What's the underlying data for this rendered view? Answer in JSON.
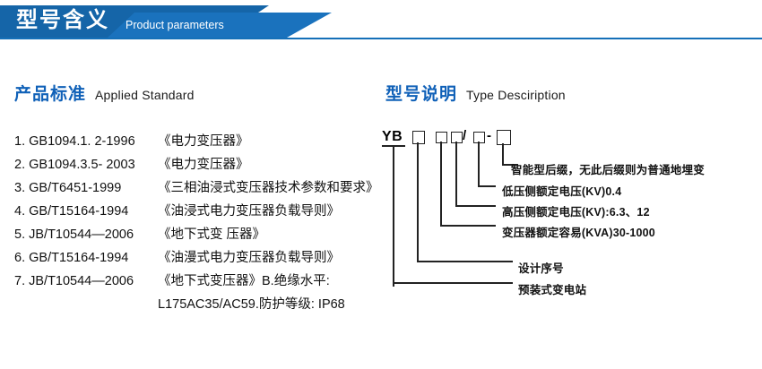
{
  "banner": {
    "title": "型号含义",
    "subtitle": "Product parameters",
    "dark_color": "#1565a8",
    "light_color": "#1a72bd",
    "rule_color": "#1570b8"
  },
  "sections": {
    "left": {
      "cn": "产品标准",
      "en": "Applied Standard",
      "accent": "#1061b8"
    },
    "right": {
      "cn": "型号说明",
      "en": "Type Desciription",
      "accent": "#1061b8"
    }
  },
  "standards": [
    {
      "code": "1. GB1094.1. 2-1996",
      "name": "《电力变压器》",
      "cont": false
    },
    {
      "code": "2. GB1094.3.5- 2003",
      "name": "《电力变压器》",
      "cont": false
    },
    {
      "code": "3. GB/T6451-1999",
      "name": "《三相油浸式变压器技术参数和要求》",
      "cont": false
    },
    {
      "code": "4. GB/T15164-1994",
      "name": "《油浸式电力变压器负载导则》",
      "cont": false
    },
    {
      "code": "5. JB/T10544—2006",
      "name": "《地下式变 压器》",
      "cont": false
    },
    {
      "code": "6. GB/T15164-1994",
      "name": "《油漫式电力变压器负载导则》",
      "cont": false
    },
    {
      "code": "7. JB/T10544—2006",
      "name": "《地下式变压器》B.绝缘水平:",
      "cont": false
    },
    {
      "code": "",
      "name": "L175AC35/AC59.防护等级: IP68",
      "cont": true
    }
  ],
  "type_code": {
    "prefix": "YB",
    "slash": "/",
    "dash": "-",
    "boxes": [
      "box-1",
      "box-2",
      "box-3",
      "box-4",
      "box-5"
    ]
  },
  "annotations": [
    {
      "id": "ann-suffix",
      "text": "智能型后缀，无此后缀则为普通地埋变"
    },
    {
      "id": "ann-lv",
      "text": "低压侧额定电压(KV)0.4"
    },
    {
      "id": "ann-hv",
      "text": "高压侧额定电压(KV):6.3、12"
    },
    {
      "id": "ann-capacity",
      "text": "变压器额定容易(KVA)30-1000"
    },
    {
      "id": "ann-design-no",
      "text": "设计序号"
    },
    {
      "id": "ann-substation",
      "text": "预装式变电站"
    }
  ]
}
